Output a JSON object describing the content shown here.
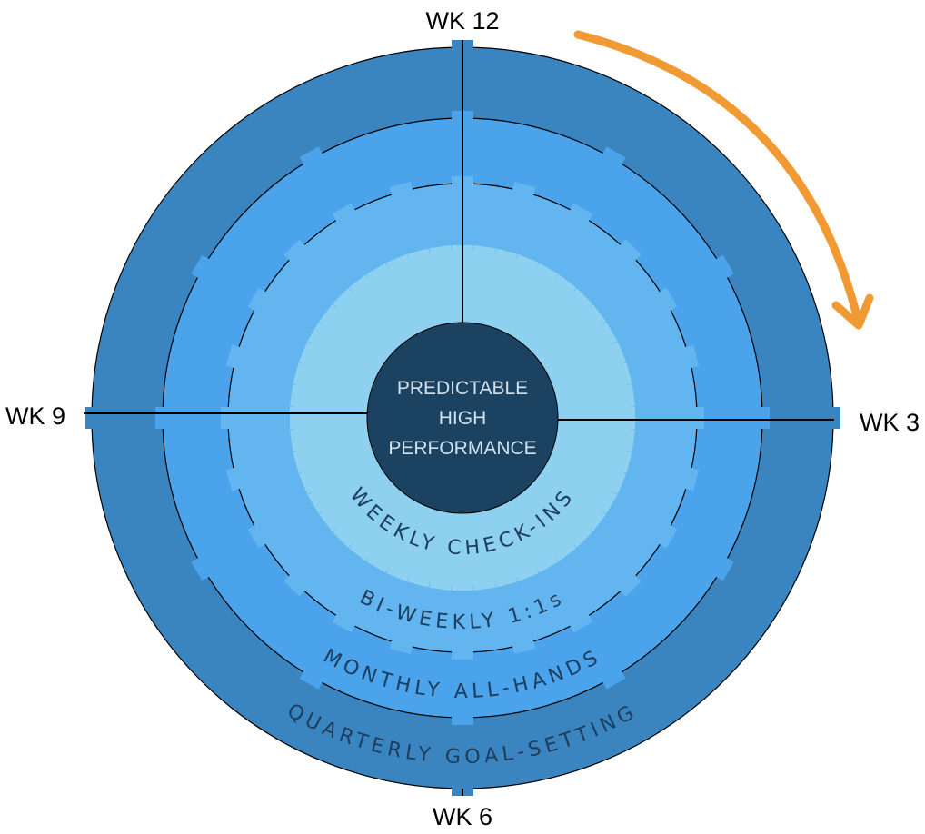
{
  "center": {
    "lines": [
      "PREDICTABLE",
      "HIGH",
      "PERFORMANCE"
    ],
    "fill": "#1c4262",
    "text_color": "#cfe0ee"
  },
  "rings": [
    {
      "label": "QUARTERLY GOAL-SETTING",
      "fill": "#3a84bf",
      "tabs": 4
    },
    {
      "label": "MONTHLY ALL-HANDS",
      "fill": "#4aa3eb",
      "tabs": 12
    },
    {
      "label": "BI-WEEKLY 1:1s",
      "fill": "#62b5ef",
      "tabs": 24
    },
    {
      "label": "WEEKLY CHECK-INS",
      "fill": "#8dd0ef",
      "tabs": 48
    }
  ],
  "ring_text_color": "#1e3e5e",
  "weeks": {
    "top": "WK 12",
    "right": "WK 3",
    "bottom": "WK 6",
    "left": "WK 9"
  },
  "arrow_color": "#f19a33",
  "line_color": "#000000"
}
